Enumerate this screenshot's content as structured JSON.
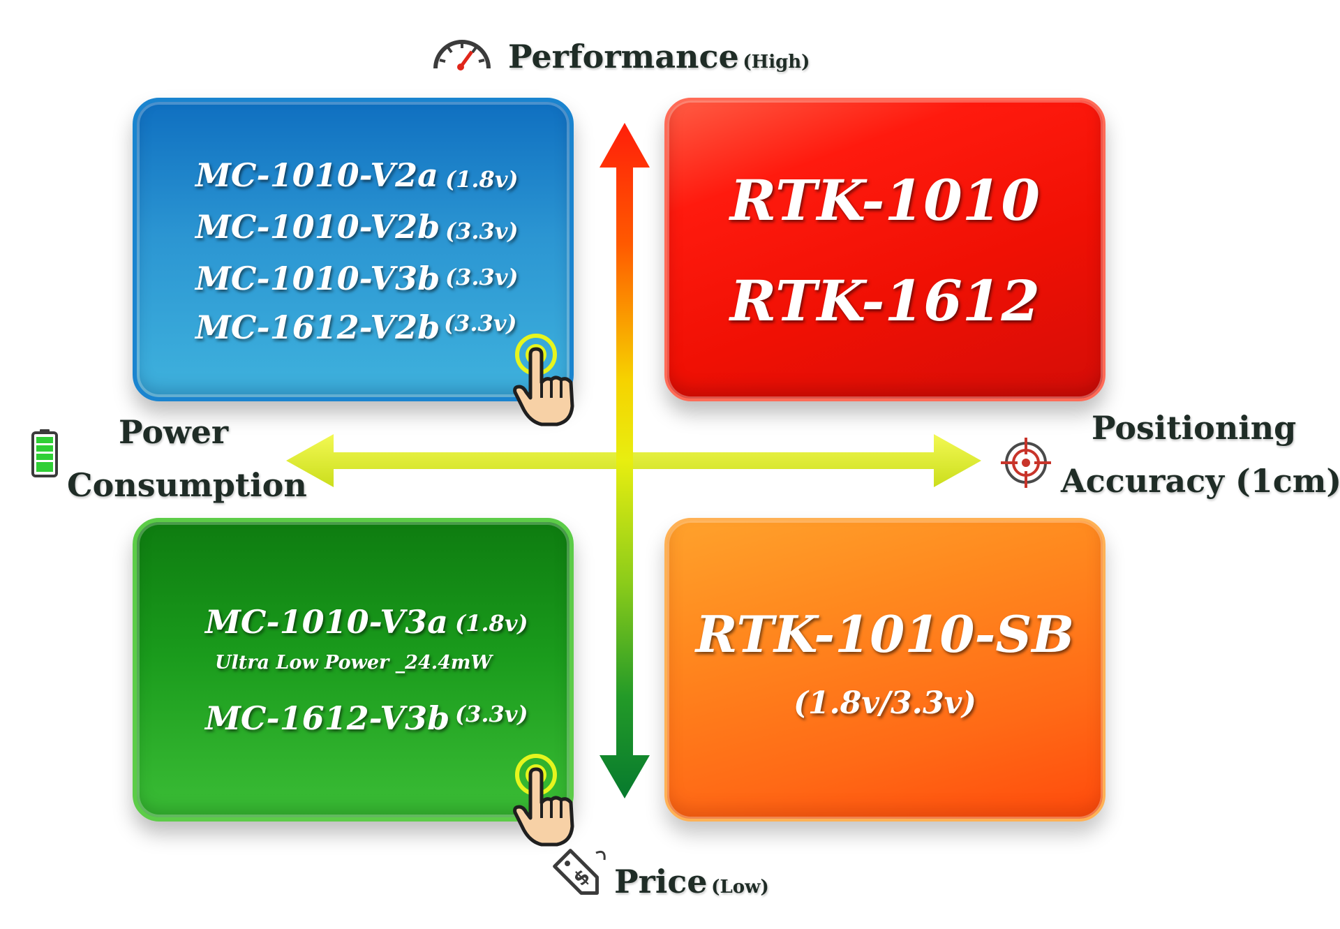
{
  "axes": {
    "top": {
      "label": "Performance",
      "qualifier": "(High)",
      "icon": "speedometer-icon"
    },
    "bottom": {
      "label": "Price",
      "qualifier": "(Low)",
      "icon": "price-tag-icon"
    },
    "left": {
      "line1": "Power",
      "line2": "Consumption",
      "icon": "battery-icon"
    },
    "right": {
      "line1": "Positioning",
      "line2": "Accuracy (1cm)",
      "icon": "crosshair-icon"
    }
  },
  "quadrants": {
    "top_left": {
      "color": "#2a90d0",
      "items": [
        {
          "model": "MC-1010-V2a",
          "voltage": "(1.8v)"
        },
        {
          "model": "MC-1010-V2b",
          "voltage": "(3.3v)"
        },
        {
          "model": "MC-1010-V3b",
          "voltage": "(3.3v)"
        },
        {
          "model": "MC-1612-V2b",
          "voltage": "(3.3v)"
        }
      ]
    },
    "top_right": {
      "color": "#f01004",
      "items": [
        "RTK-1010",
        "RTK-1612"
      ]
    },
    "bottom_left": {
      "color": "#1a9b1c",
      "items": [
        {
          "model": "MC-1010-V3a",
          "voltage": "(1.8v)"
        },
        {
          "model": "MC-1612-V3b",
          "voltage": "(3.3v)"
        }
      ],
      "note": "Ultra Low Power _24.4mW"
    },
    "bottom_right": {
      "color": "#ff7a18",
      "model": "RTK-1010-SB",
      "voltage": "(1.8v/3.3v)"
    }
  },
  "arrow_colors": {
    "top": "#ff2a10",
    "mid": "#e8e800",
    "bottom": "#0a7a2a",
    "horizontal": "#d8ec20"
  }
}
